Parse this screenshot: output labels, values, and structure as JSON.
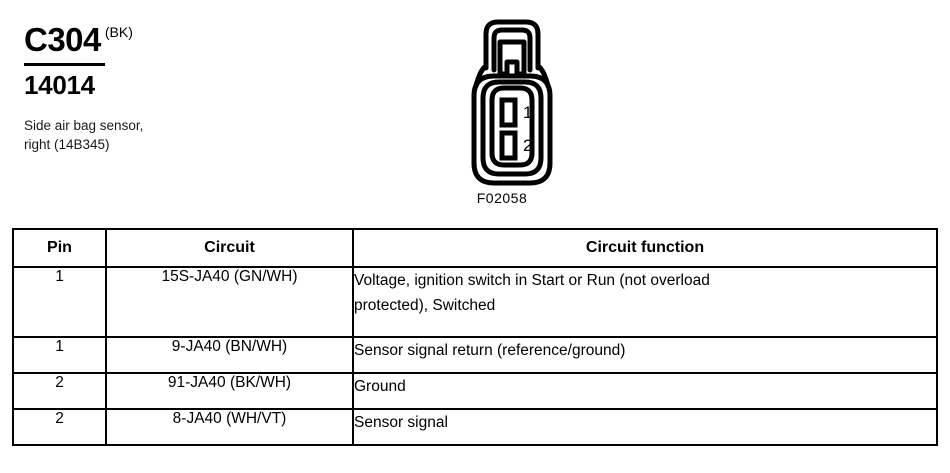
{
  "header": {
    "connector_id": "C304",
    "color_code": "(BK)",
    "part_number": "14014",
    "description_line1": "Side air bag sensor,",
    "description_line2": "right (14B345)"
  },
  "diagram": {
    "figure_id": "F02058",
    "cavity_labels": [
      "1",
      "2"
    ],
    "line_color": "#000000"
  },
  "table": {
    "headers": {
      "pin": "Pin",
      "circuit": "Circuit",
      "function": "Circuit function"
    },
    "rows": [
      {
        "pin": "1",
        "circuit": "15S-JA40 (GN/WH)",
        "function_line1": "Voltage, ignition switch in Start or Run (not overload",
        "function_line2": "protected), Switched"
      },
      {
        "pin": "1",
        "circuit": "9-JA40 (BN/WH)",
        "function_line1": "Sensor signal return (reference/ground)",
        "function_line2": ""
      },
      {
        "pin": "2",
        "circuit": "91-JA40 (BK/WH)",
        "function_line1": "Ground",
        "function_line2": ""
      },
      {
        "pin": "2",
        "circuit": "8-JA40 (WH/VT)",
        "function_line1": "Sensor signal",
        "function_line2": ""
      }
    ]
  }
}
